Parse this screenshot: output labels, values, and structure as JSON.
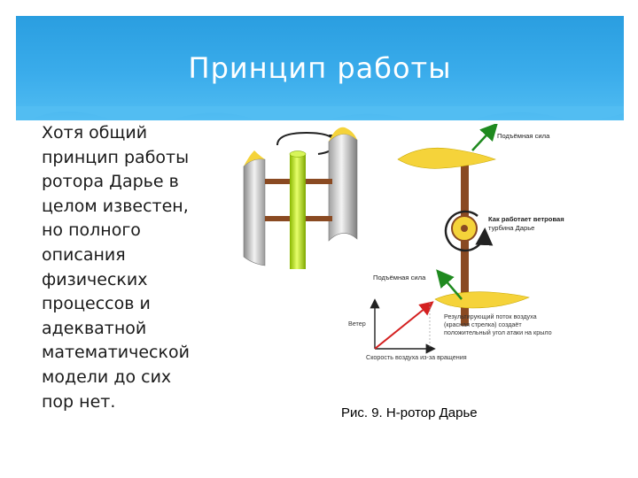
{
  "slide": {
    "title": "Принцип работы",
    "body_lines": [
      "Хотя общий",
      "принцип работы",
      "ротора Дарье в",
      "целом известен,",
      "но полного",
      "описания",
      "физических",
      "процессов и",
      "адекватной",
      "математической",
      "модели до сих",
      "пор нет."
    ],
    "caption": "Рис. 9. Н-ротор Дарье"
  },
  "diagram": {
    "lift_top": "Подъёмная сила",
    "how_line1": "Как работает ветровая",
    "how_line2": "турбина Дарье",
    "lift_bottom": "Подъёмная сила",
    "wind": "Ветер",
    "result_line1": "Результирующий поток воздуха",
    "result_line2": "(красная стрелка) создаёт",
    "result_line3": "положительный угол атаки на крыло",
    "speed": "Скорость воздуха из-за вращения"
  },
  "colors": {
    "header": "#2a9ee0",
    "airfoil": "#f5d33a",
    "shaft": "#8a4a22",
    "lift_arrow": "#1f8a1f",
    "result_arrow": "#d42020",
    "rotor_pole": "#b8e000"
  }
}
